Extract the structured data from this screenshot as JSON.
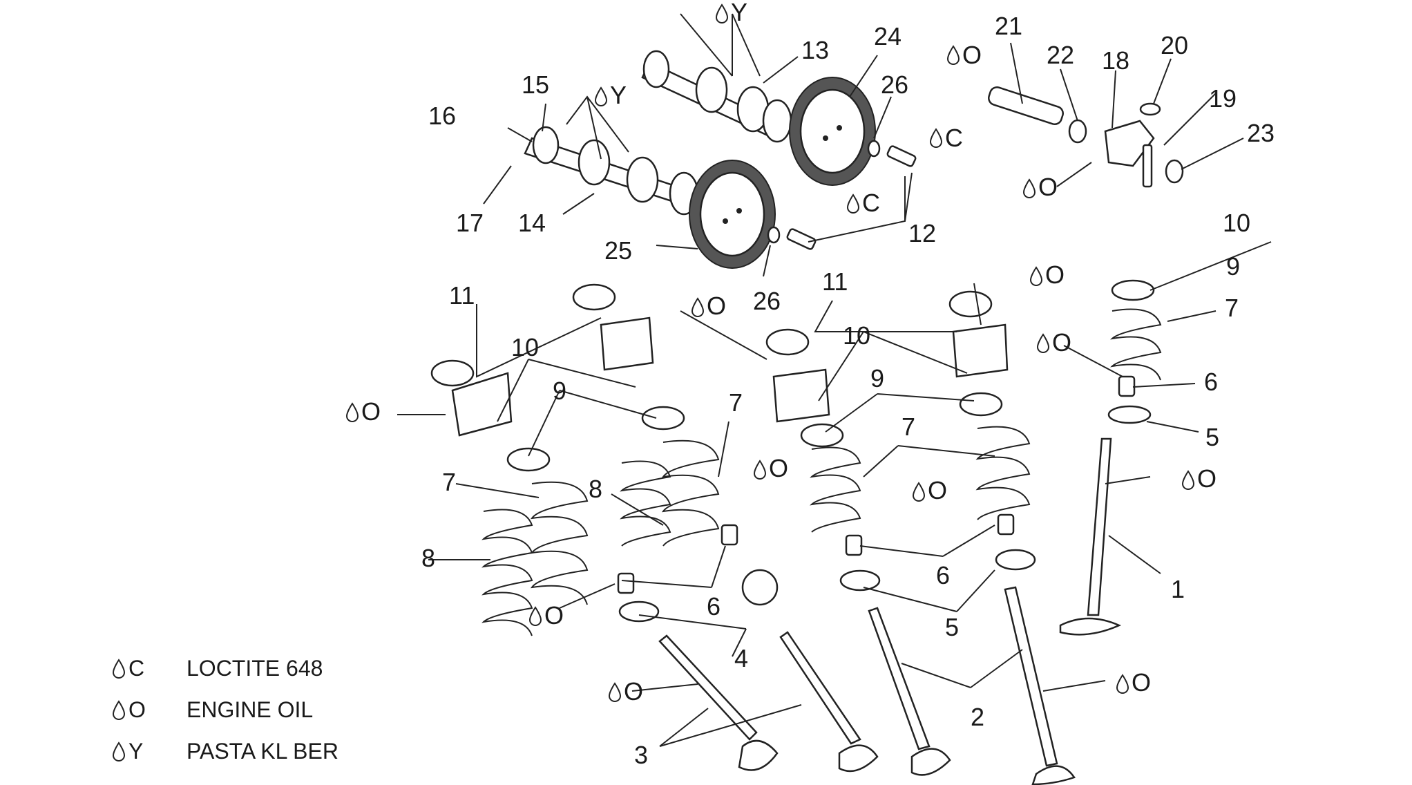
{
  "legend": [
    {
      "code": "C",
      "text": "LOCTITE 648"
    },
    {
      "code": "O",
      "text": "ENGINE OIL"
    },
    {
      "code": "Y",
      "text": "PASTA KL BER"
    }
  ],
  "callouts": {
    "n1": "1",
    "n2": "2",
    "n3": "3",
    "n4": "4",
    "n5a": "5",
    "n5b": "5",
    "n6a": "6",
    "n6b": "6",
    "n6c": "6",
    "n7a": "7",
    "n7b": "7",
    "n7c": "7",
    "n7d": "7",
    "n8a": "8",
    "n8b": "8",
    "n9a": "9",
    "n9b": "9",
    "n9c": "9",
    "n10a": "10",
    "n10b": "10",
    "n10c": "10",
    "n11a": "11",
    "n11b": "11",
    "n12": "12",
    "n13": "13",
    "n14": "14",
    "n15": "15",
    "n16": "16",
    "n17": "17",
    "n18": "18",
    "n19": "19",
    "n20": "20",
    "n21": "21",
    "n22": "22",
    "n23": "23",
    "n24": "24",
    "n25": "25",
    "n26a": "26",
    "n26b": "26"
  },
  "symbols": {
    "C": "C",
    "O": "O",
    "Y": "Y"
  }
}
